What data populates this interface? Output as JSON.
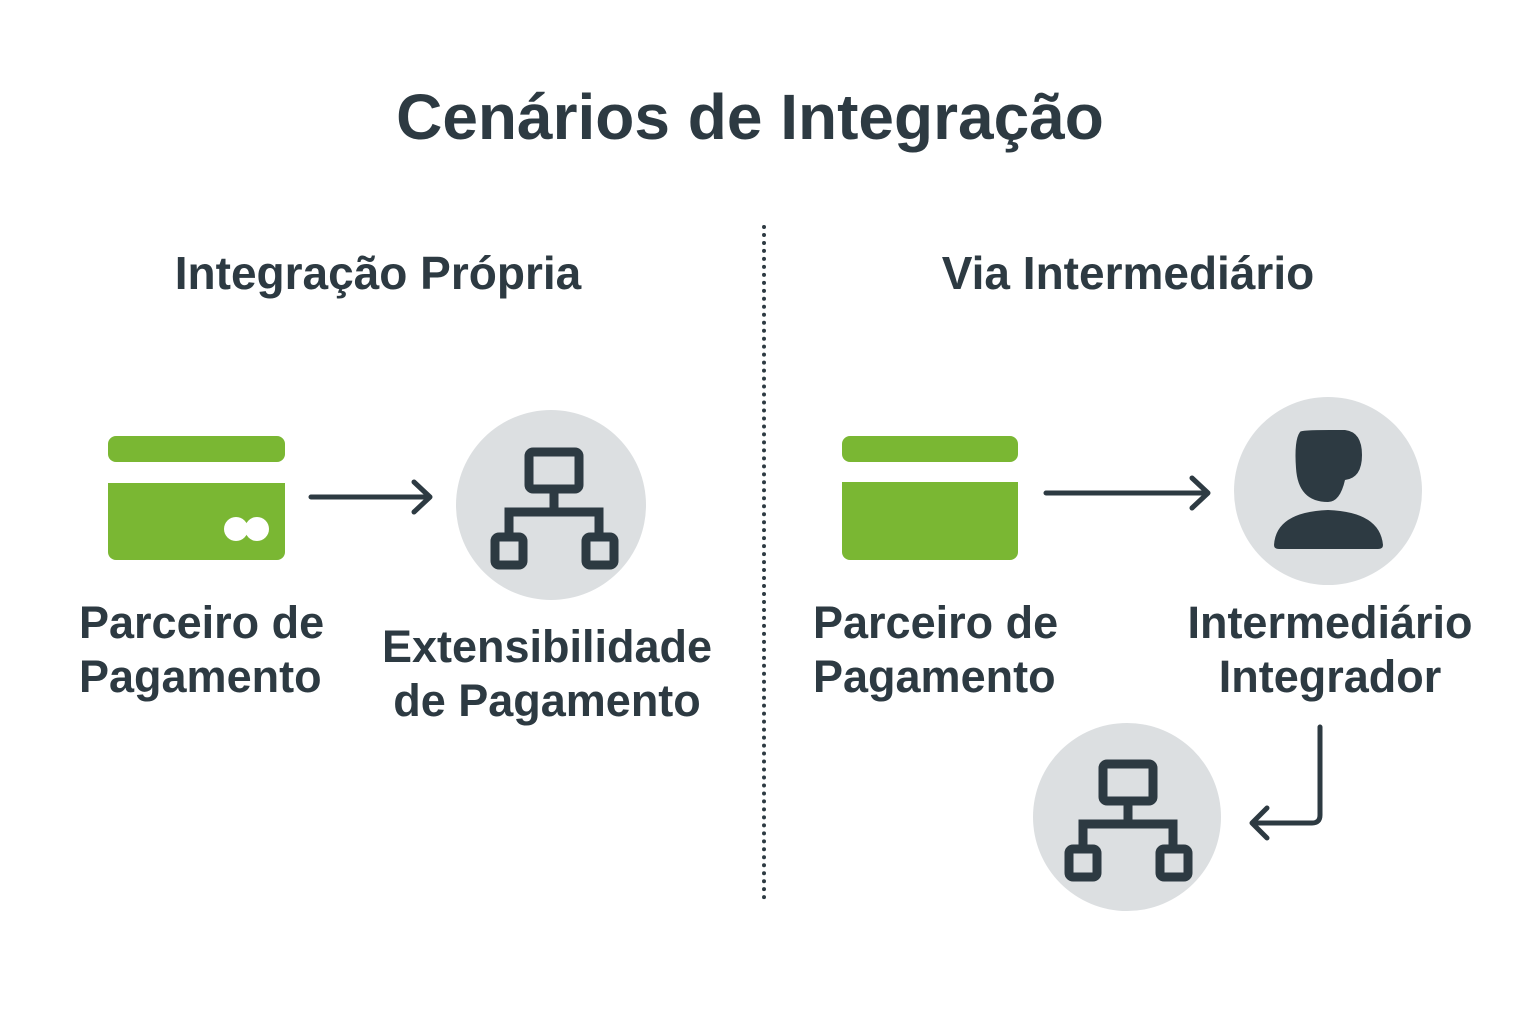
{
  "title": "Cenários de Integração",
  "colors": {
    "accent_green": "#7ab733",
    "dark": "#2d3a42",
    "circle_gray": "#dcdfe1"
  },
  "left_panel": {
    "heading": "Integração Própria",
    "nodes": [
      {
        "icon": "credit-card-icon",
        "label_line1": "Parceiro de",
        "label_line2": "Pagamento"
      },
      {
        "icon": "network-hierarchy-icon",
        "label_line1": "Extensibilidade",
        "label_line2": "de Pagamento"
      }
    ]
  },
  "right_panel": {
    "heading": "Via Intermediário",
    "nodes": [
      {
        "icon": "credit-card-icon",
        "label_line1": "Parceiro de",
        "label_line2": "Pagamento"
      },
      {
        "icon": "person-icon",
        "label_line1": "Intermediário",
        "label_line2": "Integrador"
      },
      {
        "icon": "network-hierarchy-icon"
      }
    ]
  }
}
